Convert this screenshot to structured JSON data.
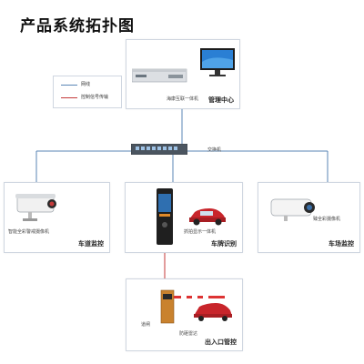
{
  "title": "产品系统拓扑图",
  "legend": [
    {
      "label": "网线",
      "color": "#5a86b5"
    },
    {
      "label": "控制信号传输",
      "color": "#c43a3a"
    }
  ],
  "colors": {
    "network_line": "#5a86b5",
    "control_line": "#c43a3a",
    "box_border": "#cfd6e0"
  },
  "nodes": {
    "management": {
      "section_label": "管理中心",
      "device_label": "海康互联一体机"
    },
    "switch": {
      "device_label": "交换机"
    },
    "lane": {
      "section_label": "车道监控",
      "device_label": "智能全彩警戒摄像机"
    },
    "plate": {
      "section_label": "车牌识别",
      "device_label": "抓拍显示一体机"
    },
    "yard": {
      "section_label": "车场监控",
      "device_label": "臻全彩摄像机"
    },
    "gate": {
      "section_label": "出入口管控",
      "device_label_1": "道闸",
      "device_label_2": "防砸雷达"
    }
  }
}
